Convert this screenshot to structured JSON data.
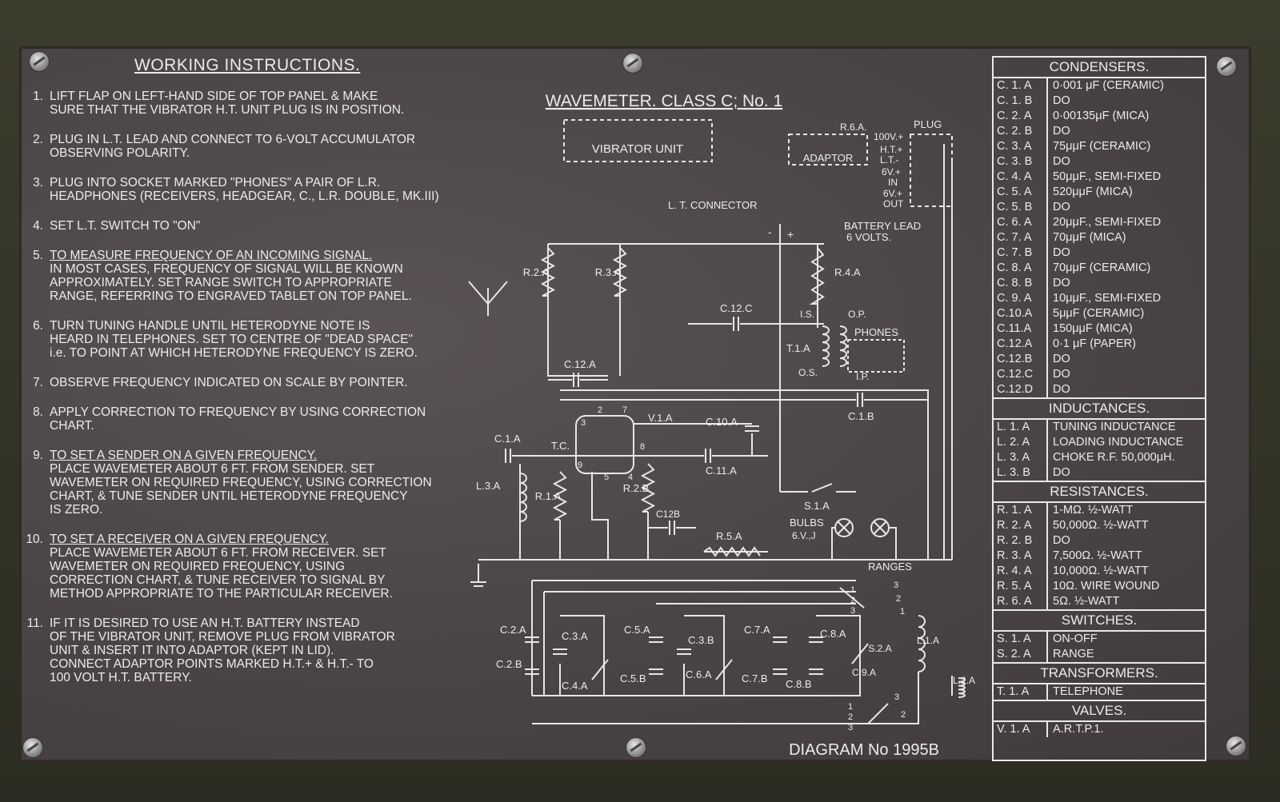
{
  "working_instructions": {
    "title": "WORKING  INSTRUCTIONS.",
    "steps": [
      {
        "num": "1.",
        "head": "",
        "text": "LIFT FLAP ON LEFT-HAND SIDE OF TOP PANEL & MAKE\nSURE THAT THE VIBRATOR H.T. UNIT PLUG IS IN POSITION."
      },
      {
        "num": "2.",
        "head": "",
        "text": "PLUG IN L.T. LEAD AND CONNECT TO 6-VOLT ACCUMULATOR\nOBSERVING POLARITY."
      },
      {
        "num": "3.",
        "head": "",
        "text": "PLUG INTO SOCKET MARKED \"PHONES\" A PAIR OF L.R.\nHEADPHONES (RECEIVERS, HEADGEAR, C., L.R. DOUBLE, MK.III)"
      },
      {
        "num": "4.",
        "head": "",
        "text": "SET L.T. SWITCH TO \"ON\""
      },
      {
        "num": "5.",
        "head": "TO MEASURE FREQUENCY OF AN INCOMING SIGNAL.",
        "text": "IN MOST CASES, FREQUENCY OF SIGNAL WILL BE KNOWN\nAPPROXIMATELY. SET RANGE SWITCH TO APPROPRIATE\nRANGE, REFERRING TO ENGRAVED TABLET ON TOP PANEL."
      },
      {
        "num": "6.",
        "head": "",
        "text": "TURN TUNING HANDLE UNTIL HETERODYNE NOTE IS\nHEARD IN TELEPHONES.  SET TO CENTRE OF \"DEAD SPACE\"\ni.e. TO POINT AT WHICH HETERODYNE FREQUENCY IS ZERO."
      },
      {
        "num": "7.",
        "head": "",
        "text": "OBSERVE FREQUENCY INDICATED ON SCALE BY POINTER."
      },
      {
        "num": "8.",
        "head": "",
        "text": "APPLY CORRECTION TO FREQUENCY BY USING CORRECTION\nCHART."
      },
      {
        "num": "9.",
        "head": "TO SET A SENDER ON A GIVEN FREQUENCY.",
        "text": "PLACE WAVEMETER ABOUT 6 FT. FROM SENDER.  SET\nWAVEMETER ON REQUIRED FREQUENCY, USING CORRECTION\nCHART, & TUNE SENDER UNTIL HETERODYNE FREQUENCY\nIS ZERO."
      },
      {
        "num": "10.",
        "head": "TO SET A RECEIVER ON A GIVEN FREQUENCY.",
        "text": "PLACE WAVEMETER ABOUT 6 FT. FROM RECEIVER.  SET\nWAVEMETER ON REQUIRED FREQUENCY, USING\nCORRECTION CHART, & TUNE RECEIVER TO SIGNAL BY\nMETHOD APPROPRIATE TO THE PARTICULAR RECEIVER."
      },
      {
        "num": "11.",
        "head": "",
        "text": "IF IT IS DESIRED TO USE AN H.T. BATTERY INSTEAD\nOF THE VIBRATOR UNIT, REMOVE PLUG FROM VIBRATOR\nUNIT & INSERT IT INTO ADAPTOR (KEPT IN LID).\nCONNECT ADAPTOR POINTS MARKED H.T.+ & H.T.- TO\n100 VOLT H.T. BATTERY."
      }
    ]
  },
  "diagram": {
    "title": "WAVEMETER. CLASS C; No. 1",
    "number": "DIAGRAM No 1995B",
    "labels": {
      "vibrator_unit": "VIBRATOR UNIT",
      "adaptor": "ADAPTOR",
      "r6a": "R.6.A.",
      "plug": "PLUG",
      "v100": "100V.+",
      "ht_plus": "H.T.+",
      "lt_minus": "L.T.-",
      "v6_plus": "6V.+",
      "in": "IN",
      "v6_plus_2": "6V.+",
      "out": "OUT",
      "lt_connector": "L. T. CONNECTOR",
      "battery_lead": "BATTERY LEAD",
      "six_volts": "6 VOLTS.",
      "minus": "-",
      "plus": "+",
      "r2a": "R.2.A",
      "r3a": "R.3.A",
      "r4a": "R.4.A",
      "c12c": "C.12.C",
      "is": "I.S.",
      "op": "O.P.",
      "t1a": "T.1.A",
      "phones": "PHONES",
      "os": "O.S.",
      "ip": "I.P.",
      "c12a": "C.12.A",
      "c1b": "C.1.B",
      "v1a": "V.1.A",
      "c10a": "C.10.A",
      "c1a": "C.1.A",
      "tc": "T.C.",
      "c11a": "C.11.A",
      "l3a": "L.3.A",
      "r1a": "R.1.A",
      "r2b": "R.2.B",
      "c12b": "C12B",
      "s1a": "S.1.A",
      "bulbs": "BULBS",
      "bulbs_v": "6.V.,J",
      "r5a": "R.5.A",
      "ranges": "RANGES",
      "c2a": "C.2.A",
      "c3a": "C.3.A",
      "c5a": "C.5.A",
      "c3b": "C.3.B",
      "c7a": "C.7.A",
      "c8a": "C.8.A",
      "c2b": "C.2.B",
      "c4a": "C.4.A",
      "c5b": "C.5.B",
      "c6a": "C.6.A",
      "c7b": "C.7.B",
      "c8b": "C.8.B",
      "c9a": "C.9.A",
      "s2a": "S.2.A",
      "l1a": "L.1.A",
      "l2a": "L.2.A",
      "pin2": "2",
      "pin3": "3",
      "pin7": "7",
      "pin8": "8",
      "pin9": "9",
      "pin5": "5",
      "pin4": "4",
      "sw1": "1",
      "sw2": "2",
      "sw3": "3"
    }
  },
  "tables": {
    "condensers": {
      "title": "CONDENSERS.",
      "rows": [
        [
          "C. 1. A",
          "0·001 μF (CERAMIC)"
        ],
        [
          "C. 1. B",
          "DO"
        ],
        [
          "C. 2. A",
          "0·00135μF (MICA)"
        ],
        [
          "C. 2. B",
          "DO"
        ],
        [
          "C. 3. A",
          "75μμF (CERAMIC)"
        ],
        [
          "C. 3. B",
          "DO"
        ],
        [
          "C. 4. A",
          "50μμF., SEMI-FIXED"
        ],
        [
          "C. 5. A",
          "520μμF (MICA)"
        ],
        [
          "C. 5. B",
          "DO"
        ],
        [
          "C. 6. A",
          "20μμF., SEMI-FIXED"
        ],
        [
          "C. 7. A",
          "70μμF (MICA)"
        ],
        [
          "C. 7. B",
          "DO"
        ],
        [
          "C. 8. A",
          "70μμF (CERAMIC)"
        ],
        [
          "C. 8. B",
          "DO"
        ],
        [
          "C. 9. A",
          "10μμF., SEMI-FIXED"
        ],
        [
          "C.10.A",
          "5μμF (CERAMIC)"
        ],
        [
          "C.11.A",
          "150μμF (MICA)"
        ],
        [
          "C.12.A",
          "0·1 μF (PAPER)"
        ],
        [
          "C.12.B",
          "DO"
        ],
        [
          "C.12.C",
          "DO"
        ],
        [
          "C.12.D",
          "DO"
        ]
      ]
    },
    "inductances": {
      "title": "INDUCTANCES.",
      "rows": [
        [
          "L. 1. A",
          "TUNING INDUCTANCE"
        ],
        [
          "L. 2. A",
          "LOADING INDUCTANCE"
        ],
        [
          "L. 3. A",
          "CHOKE R.F. 50,000μH."
        ],
        [
          "L. 3. B",
          "DO"
        ]
      ]
    },
    "resistances": {
      "title": "RESISTANCES.",
      "rows": [
        [
          "R. 1. A",
          "1-MΩ. ½-WATT"
        ],
        [
          "R. 2. A",
          "50,000Ω. ½-WATT"
        ],
        [
          "R. 2. B",
          "DO"
        ],
        [
          "R. 3. A",
          "7,500Ω. ½-WATT"
        ],
        [
          "R. 4. A",
          "10,000Ω. ½-WATT"
        ],
        [
          "R. 5. A",
          "10Ω. WIRE WOUND"
        ],
        [
          "R. 6. A",
          "5Ω. ½-WATT"
        ]
      ]
    },
    "switches": {
      "title": "SWITCHES.",
      "rows": [
        [
          "S. 1. A",
          "ON-OFF"
        ],
        [
          "S. 2. A",
          "RANGE"
        ]
      ]
    },
    "transformers": {
      "title": "TRANSFORMERS.",
      "rows": [
        [
          "T. 1. A",
          "TELEPHONE"
        ]
      ]
    },
    "valves": {
      "title": "VALVES.",
      "rows": [
        [
          "V. 1. A",
          "A.R.T.P.1."
        ]
      ]
    }
  },
  "colors": {
    "plate": "#4a4446",
    "engraving": "#ecebea",
    "frame": "#3b3c2c"
  }
}
